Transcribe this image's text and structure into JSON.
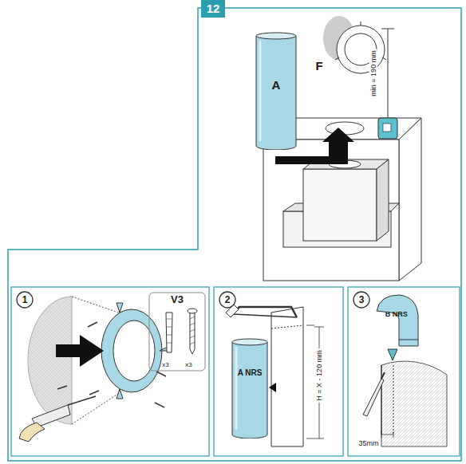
{
  "diagram": {
    "nodes": [
      {
        "text": [
          "12"
        ]
      },
      {
        "text": [
          "A"
        ]
      },
      {
        "text": [
          "1"
        ]
      },
      {
        "text": [
          "V3",
          "x3",
          "x3"
        ]
      },
      {
        "text": [
          "2"
        ]
      },
      {
        "text": [
          "A NRS"
        ]
      },
      {
        "text": [
          "3"
        ]
      },
      {
        "text": [
          "B NRS"
        ]
      }
    ],
    "labels": [
      "F",
      "min = 190 mm",
      "H = X - 120 mm",
      "35mm"
    ]
  }
}
